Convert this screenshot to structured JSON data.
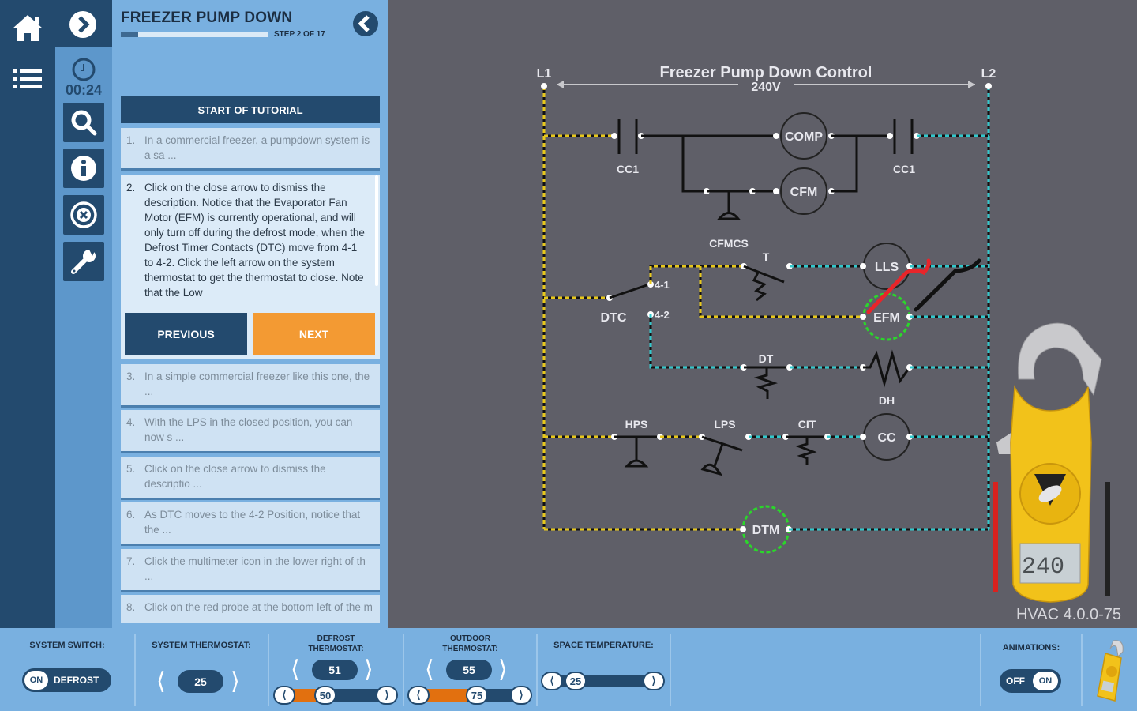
{
  "nav": {
    "items": [
      {
        "name": "home",
        "icon": "home-icon"
      },
      {
        "name": "menu",
        "icon": "list-icon"
      }
    ],
    "expand_icon": "chevron-right-circle-icon",
    "timer": "00:24",
    "tools": [
      {
        "name": "search",
        "icon": "search-icon"
      },
      {
        "name": "info",
        "icon": "info-icon"
      },
      {
        "name": "close",
        "icon": "close-circle-icon"
      },
      {
        "name": "settings",
        "icon": "wrench-icon"
      }
    ]
  },
  "tutorial": {
    "title": "FREEZER PUMP DOWN",
    "step_label": "STEP 2 OF 17",
    "progress": 0.12,
    "start_label": "START OF TUTORIAL",
    "previous_label": "PREVIOUS",
    "next_label": "NEXT",
    "steps": [
      {
        "num": "1.",
        "text": "In a commercial freezer, a pumpdown system is a sa ..."
      },
      {
        "num": "2.",
        "text": "Click on the close arrow to dismiss the description. Notice that the Evaporator Fan Motor (EFM) is currently operational, and will only turn off during the defrost mode, when the Defrost Timer Contacts (DTC) move from 4-1 to 4-2. Click the left arrow on the system thermostat to get the thermostat to close. Note that the Low"
      },
      {
        "num": "3.",
        "text": "In a simple commercial freezer like this one, the ..."
      },
      {
        "num": "4.",
        "text": "With the LPS in the closed position, you can now s ..."
      },
      {
        "num": "5.",
        "text": "Click on the close arrow to dismiss the descriptio ..."
      },
      {
        "num": "6.",
        "text": "As DTC moves to the 4-2 Position, notice that the ..."
      },
      {
        "num": "7.",
        "text": "Click the multimeter icon in the lower right of th ..."
      },
      {
        "num": "8.",
        "text": "Click on the red probe at the bottom left of the m ..."
      }
    ]
  },
  "diagram": {
    "title": "Freezer Pump Down Control",
    "voltage": "240V",
    "l1": "L1",
    "l2": "L2",
    "labels": {
      "cc1_left": "CC1",
      "cc1_right": "CC1",
      "comp": "COMP",
      "cfm": "CFM",
      "cfmcs": "CFMCS",
      "t": "T",
      "lls": "LLS",
      "efm": "EFM",
      "dtc": "DTC",
      "pos41": "4-1",
      "pos42": "4-2",
      "dt": "DT",
      "dh": "DH",
      "hps": "HPS",
      "lps": "LPS",
      "cit": "CIT",
      "cc": "CC",
      "dtm": "DTM"
    },
    "colors": {
      "l1_wire": "#e8c81a",
      "l2_wire": "#30c8cc",
      "active_ring": "#2bd62b",
      "wire": "#111111"
    }
  },
  "multimeter": {
    "reading": "240"
  },
  "version": "HVAC 4.0.0-75",
  "controls": {
    "system_switch": {
      "label": "SYSTEM SWITCH:",
      "on": "ON",
      "mode": "DEFROST"
    },
    "system_thermostat": {
      "label": "SYSTEM THERMOSTAT:",
      "value": "25"
    },
    "defrost_thermostat": {
      "label": "DEFROST THERMOSTAT:",
      "setpoint": "51",
      "slider_value": "50"
    },
    "outdoor_thermostat": {
      "label": "OUTDOOR THERMOSTAT:",
      "setpoint": "55",
      "slider_value": "75"
    },
    "space_temperature": {
      "label": "SPACE TEMPERATURE:",
      "slider_value": "25"
    },
    "animations": {
      "label": "ANIMATIONS:",
      "off": "OFF",
      "on": "ON",
      "state": "ON"
    },
    "meter_icon": "multimeter-icon"
  }
}
